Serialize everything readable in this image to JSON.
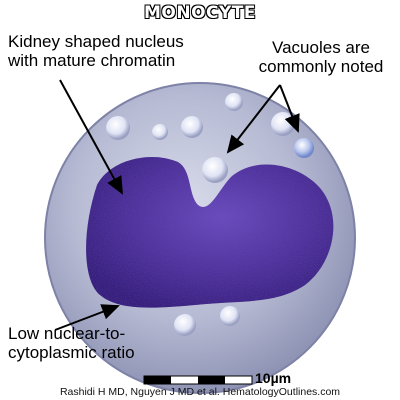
{
  "title": "MONOCYTE",
  "labels": {
    "nucleus": [
      "Kidney shaped nucleus",
      "with mature chromatin"
    ],
    "vacuoles": [
      "Vacuoles are",
      "commonly noted"
    ],
    "ratio": [
      "Low nuclear-to-",
      "cytoplasmic ratio"
    ]
  },
  "scale_bar": {
    "label": "10µm",
    "length_um": 10
  },
  "credit": "Rashidi H MD, Nguyen J MD et al. HematologyOutlines.com",
  "colors": {
    "cytoplasm": "#b9bdd6",
    "nucleus": "#4b2f9a",
    "nucleus_dark": "#2a1470",
    "vacuole": "#f4f6ff",
    "arrow": "#000000"
  }
}
